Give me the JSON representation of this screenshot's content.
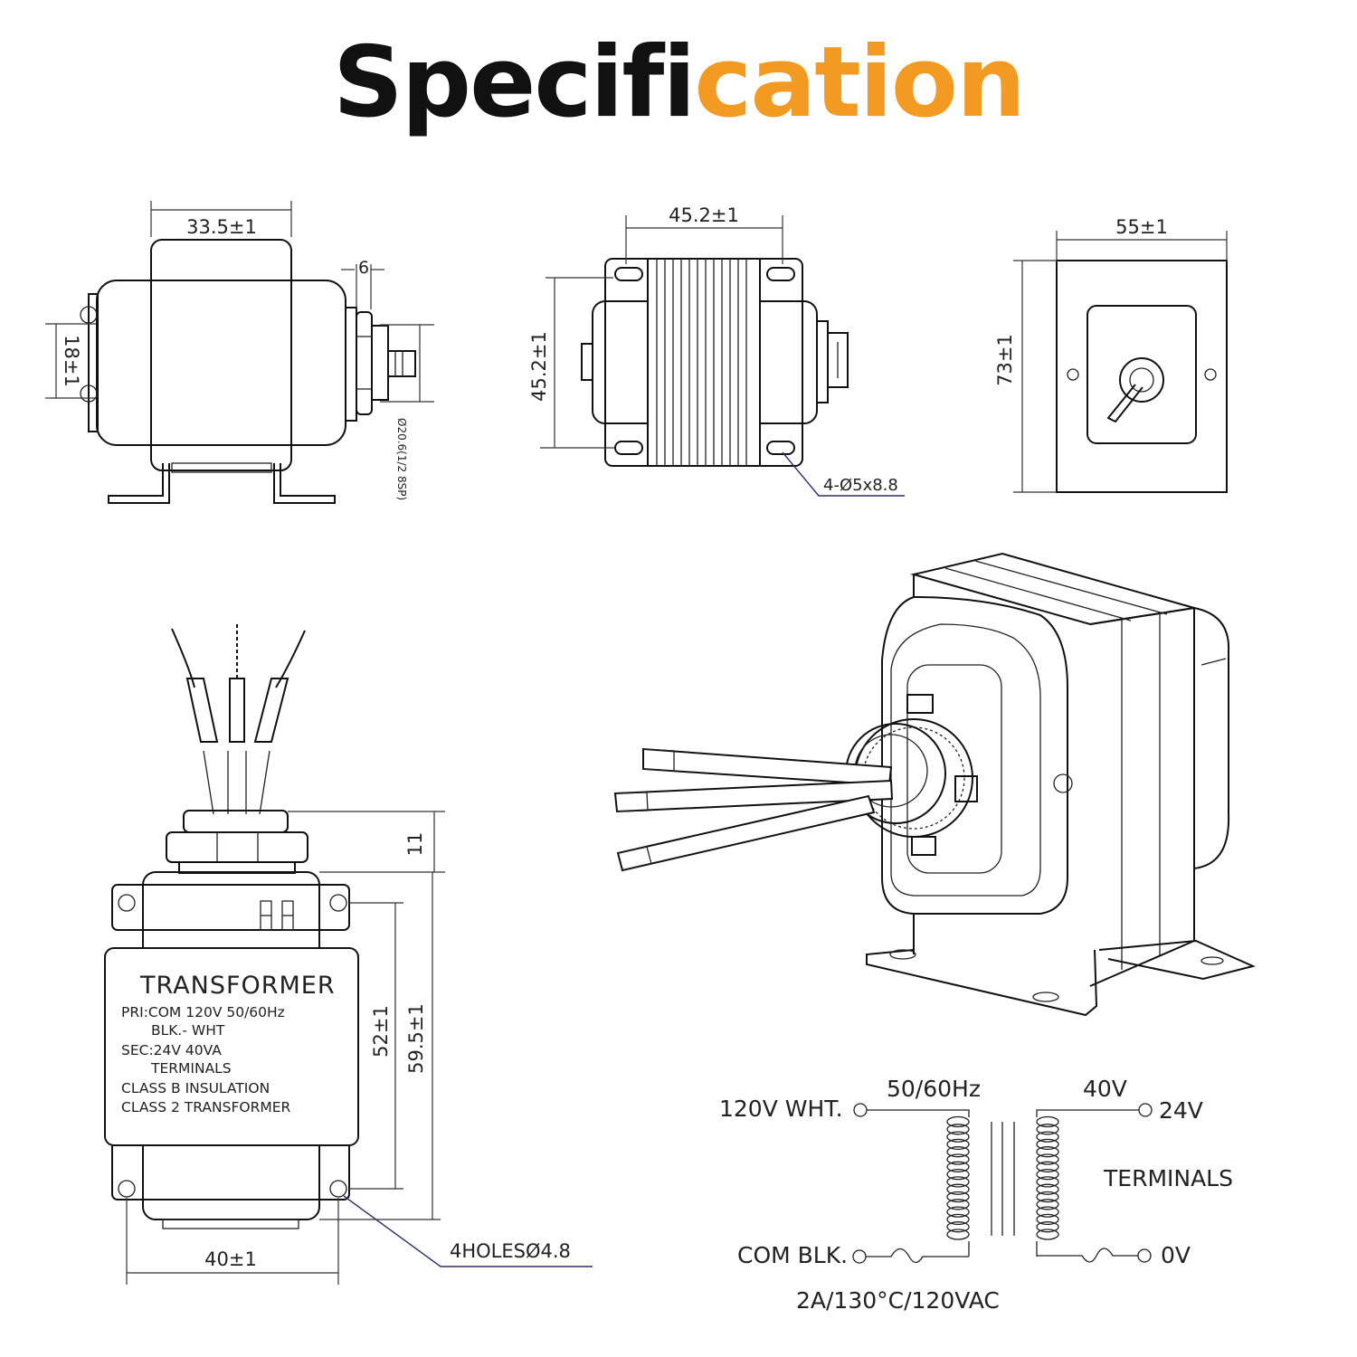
{
  "title": {
    "part1": "Specifi",
    "part2": "cation",
    "accent_color": "#F39A22"
  },
  "side_view": {
    "width": "33.5±1",
    "height": "18±1",
    "nut": "6",
    "thread": "Ø20.6(1/2 8SP)"
  },
  "top_view": {
    "width": "45.2±1",
    "height": "45.2±1",
    "holes": "4-Ø5x8.8"
  },
  "cover_view": {
    "width": "55±1",
    "height": "73±1"
  },
  "front_view": {
    "label_title": "TRANSFORMER",
    "label_lines": [
      "PRI:COM  120V  50/60Hz",
      "BLK.- WHT",
      "SEC:24V  40VA",
      "TERMINALS",
      "CLASS B INSULATION",
      "CLASS 2 TRANSFORMER"
    ],
    "dim_top": "11",
    "dim_inner": "52±1",
    "dim_outer": "59.5±1",
    "dim_width": "40±1",
    "holes": "4HOLESØ4.8"
  },
  "schematic": {
    "primary_hot": "120V WHT.",
    "primary_com": "COM BLK.",
    "frequency": "50/60Hz",
    "power": "40V",
    "secondary_hot": "24V",
    "secondary_com": "0V",
    "terminals": "TERMINALS",
    "fuse_rating": "2A/130°C/120VAC"
  }
}
